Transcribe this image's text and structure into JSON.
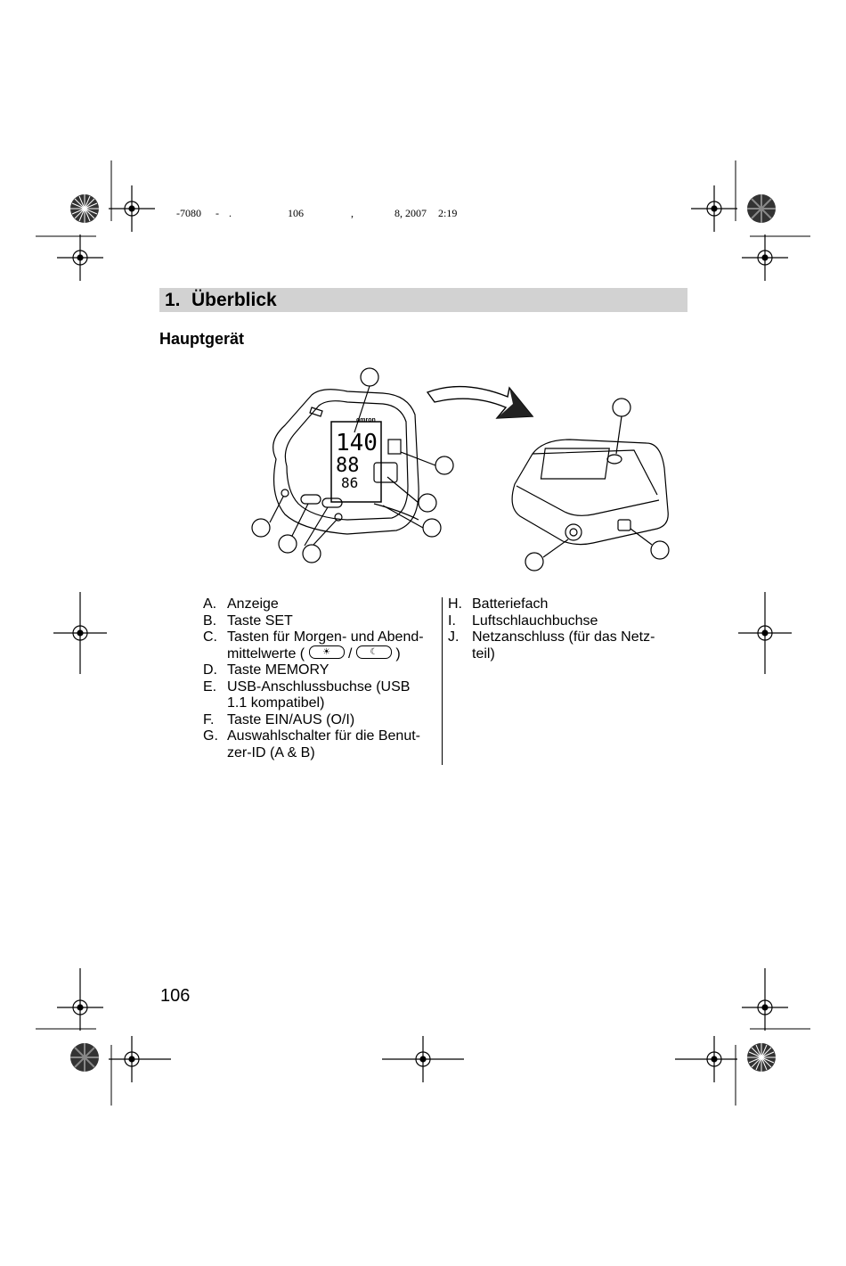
{
  "print_header": {
    "code": "-7080",
    "sep1": "-",
    "sep2": ".",
    "page": "106",
    "comma": ",",
    "date": "8, 2007",
    "time": "2:19"
  },
  "section": {
    "number": "1.",
    "title": "Überblick"
  },
  "subtitle": "Hauptgerät",
  "legend_left": [
    {
      "letter": "A.",
      "text": "Anzeige"
    },
    {
      "letter": "B.",
      "text": "Taste SET"
    },
    {
      "letter": "C.",
      "text": "Tasten für Morgen- und Abend-",
      "text2_pre": "mittelwerte (",
      "text2_mid": "/",
      "text2_post": ")"
    },
    {
      "letter": "D.",
      "text": "Taste MEMORY"
    },
    {
      "letter": "E.",
      "text": "USB-Anschlussbuchse (USB",
      "text2": "1.1 kompatibel)"
    },
    {
      "letter": "F.",
      "text": "Taste EIN/AUS (O/I)"
    },
    {
      "letter": "G.",
      "text": "Auswahlschalter für die Benut-",
      "text2": "zer-ID (A & B)"
    }
  ],
  "legend_right": [
    {
      "letter": "H.",
      "text": "Batteriefach"
    },
    {
      "letter": "I.",
      "text": "Luftschlauchbuchse"
    },
    {
      "letter": "J.",
      "text": "Netzanschluss (für das Netz-",
      "text2": "teil)"
    }
  ],
  "icons": {
    "morning": "sun-icon",
    "evening": "moon-icon"
  },
  "device_display": {
    "sys": "140",
    "dia": "88",
    "pulse": "86",
    "brand": "omron"
  },
  "page_number": "106"
}
